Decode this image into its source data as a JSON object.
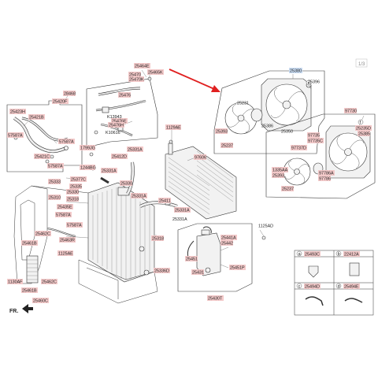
{
  "page_indicator": "1/3",
  "fr_label": "FR.",
  "callout_letters": [
    "a",
    "b",
    "c",
    "d",
    "e",
    "f"
  ],
  "labels": {
    "l25464E": "25464E",
    "l25465K": "25465K",
    "l25470": "25470",
    "l25470K": "25470K",
    "l28468": "28468",
    "l25420F": "25420F",
    "l25423H": "25423H",
    "l25421B": "25421B",
    "l57587A_1": "57587A",
    "l25421C": "25421C",
    "l57587A_2": "57587A",
    "l57587A_3": "57587A",
    "l25476": "25476",
    "lK13943": "K13943",
    "l25476E": "25476E",
    "l25476H": "25476H",
    "lK10616": "K10616",
    "l1799JG": "1799JG",
    "l1244BG": "1244BG",
    "l25412D": "25412D",
    "l25331A_1": "25331A",
    "l25331A_2": "25331A",
    "l25331A_3": "25331A",
    "l25331A_4": "25331A",
    "l25331A_5": "25331A",
    "l25330": "25330",
    "l25411": "25411",
    "l1129AE": "1129AE",
    "l97606": "97606",
    "l25333": "25333",
    "l25377C": "25377C",
    "l25335": "25335",
    "l25330b": "25330",
    "l25310": "25310",
    "l25318": "25318",
    "l25435E": "25435E",
    "l57587A_4": "57587A",
    "l57587A_5": "57587A",
    "l25462C_1": "25462C",
    "l25461B_1": "25461B",
    "l1125AE": "1125AE",
    "l25463R": "25463R",
    "l25318b": "25318",
    "l25336D": "25336D",
    "l1130AF": "1130AF",
    "l25461B_2": "25461B",
    "l25462C_2": "25462C",
    "l25460C": "25460C",
    "l25430T": "25430T",
    "l1125AD": "1125AD",
    "l25441A": "25441A",
    "l25442": "25442",
    "l25451": "25451",
    "l25451P": "25451P",
    "l25431": "25431",
    "l25380": "25380",
    "l25396": "25396",
    "l25231": "25231",
    "l25386": "25386",
    "l25350": "25350",
    "l25393": "25393",
    "l25237": "25237",
    "l97730": "97730",
    "l25235D": "25235D",
    "l25385": "25385",
    "l97735": "97735",
    "l97735C": "97735C",
    "l97737D": "97737D",
    "l1335AA": "1335AA",
    "l25393b": "25393",
    "l97786A": "97786A",
    "l97786": "97786",
    "l25237b": "25237",
    "l25493C": "25493C",
    "l22412A": "22412A",
    "l25494D": "25494D",
    "l25494E": "25494E"
  },
  "colors": {
    "highlight_red": "#f3c9c9",
    "highlight_blue": "#c9dcf3",
    "arrow_red": "#e02020",
    "outline": "#333333"
  }
}
